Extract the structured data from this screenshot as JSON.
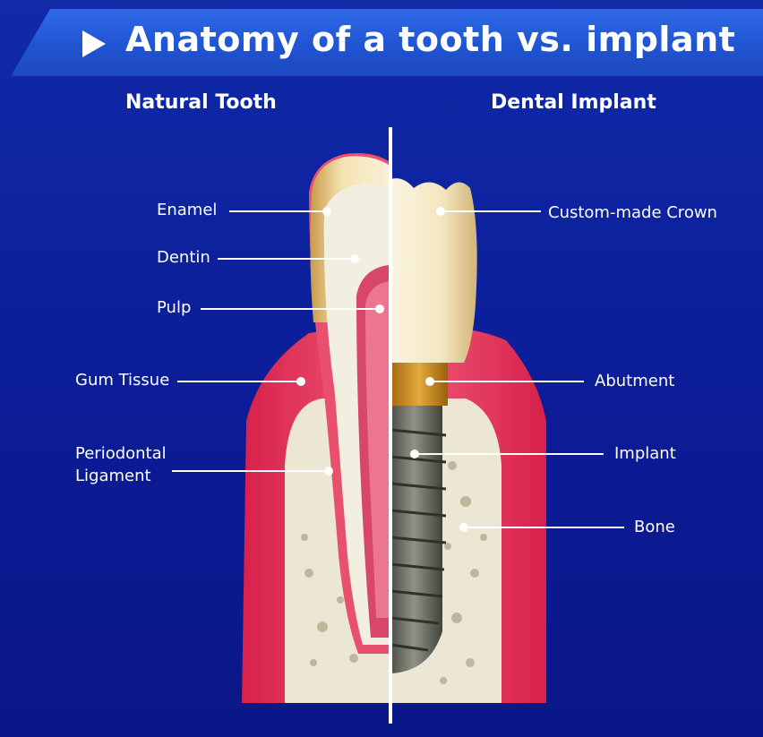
{
  "title": "Anatomy of a tooth vs. implant",
  "left_heading": "Natural Tooth",
  "right_heading": "Dental Implant",
  "left_labels": {
    "enamel": "Enamel",
    "dentin": "Dentin",
    "pulp": "Pulp",
    "gum": "Gum Tissue",
    "ligament_line1": "Periodontal",
    "ligament_line2": "Ligament"
  },
  "right_labels": {
    "crown": "Custom-made Crown",
    "abutment": "Abutment",
    "implant": "Implant",
    "bone": "Bone"
  },
  "colors": {
    "background": "#0b1c96",
    "title_bar": "#2558d6",
    "gum": "#e8395a",
    "bone": "#ece6d4",
    "enamel": "#f1e3b9",
    "pulp": "#d8466a",
    "abutment": "#c98a1c",
    "implant": "#6b6f64"
  }
}
